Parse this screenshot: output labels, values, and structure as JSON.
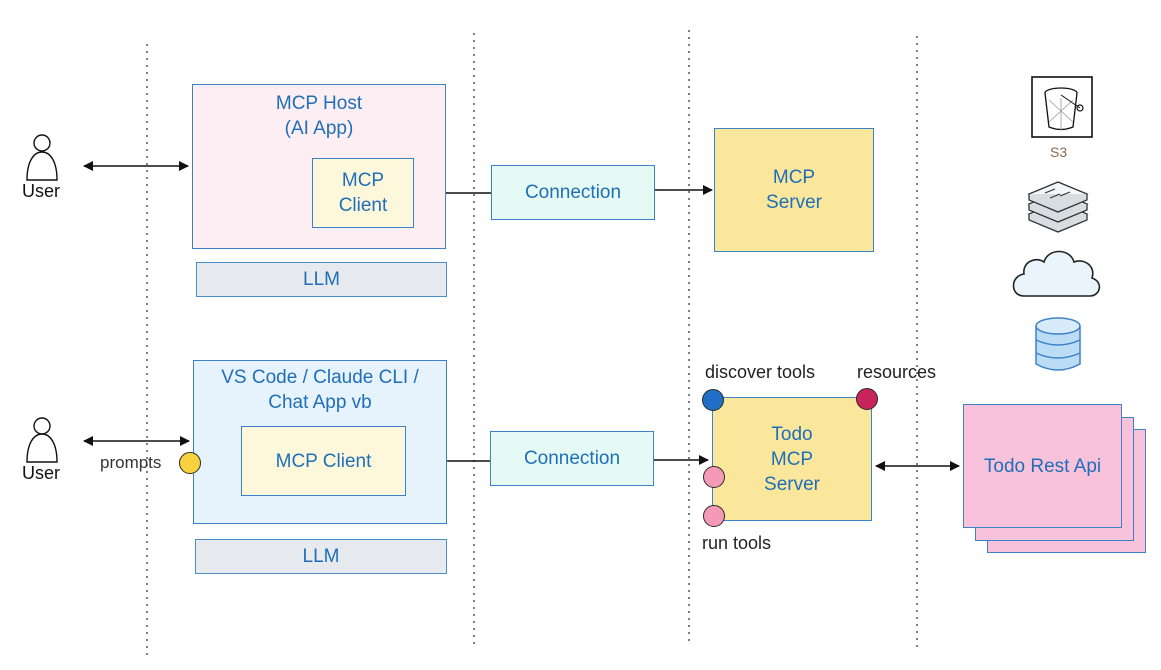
{
  "row1": {
    "user_label": "User",
    "host_title": "MCP Host\n(AI App)",
    "client_label": "MCP\nClient",
    "llm_label": "LLM",
    "connection_label": "Connection",
    "server_label": "MCP\nServer"
  },
  "row2": {
    "user_label": "User",
    "prompts_label": "prompts",
    "host_title": "VS Code / Claude CLI /\nChat App vb",
    "client_label": "MCP Client",
    "llm_label": "LLM",
    "connection_label": "Connection",
    "server_label": "Todo\nMCP\nServer",
    "discover_tools_label": "discover tools",
    "resources_label": "resources",
    "run_tools_label": "run tools",
    "rest_api_label": "Todo Rest Api"
  },
  "resources_column": {
    "s3_label": "S3",
    "icons": [
      "s3-bucket-icon",
      "database-stack-icon",
      "cloud-icon",
      "database-cylinder-icon"
    ]
  },
  "colors": {
    "accent_blue": "#3b82c9",
    "host_pink": "#fdeef3",
    "host_blue": "#e6f3fc",
    "client_yellow": "#fdf8dc",
    "server_yellow": "#fbe79c",
    "connection_mint": "#e5faf4",
    "llm_gray": "#e6eaee",
    "rest_pink": "#f8c2da",
    "prompt_dot": "#f7d13e",
    "discover_dot": "#1f6fc4",
    "resources_dot": "#c8245b",
    "run_dot": "#f49ab8"
  }
}
